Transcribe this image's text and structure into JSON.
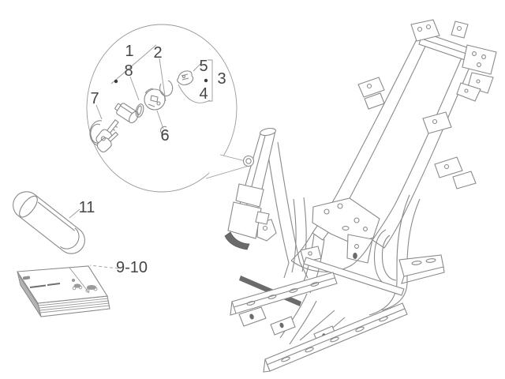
{
  "diagram": {
    "type": "exploded-parts-drawing",
    "background_color": "#ffffff",
    "line_color": "#8a8a8a",
    "dark_accent_color": "#6b6b6b",
    "label_color": "#454545",
    "callouts": [
      {
        "id": "1"
      },
      {
        "id": "2"
      },
      {
        "id": "8"
      },
      {
        "id": "7"
      },
      {
        "id": "6"
      },
      {
        "id": "5"
      },
      {
        "id": "3"
      },
      {
        "id": "4"
      },
      {
        "id": "11"
      },
      {
        "id": "9-10"
      }
    ]
  }
}
